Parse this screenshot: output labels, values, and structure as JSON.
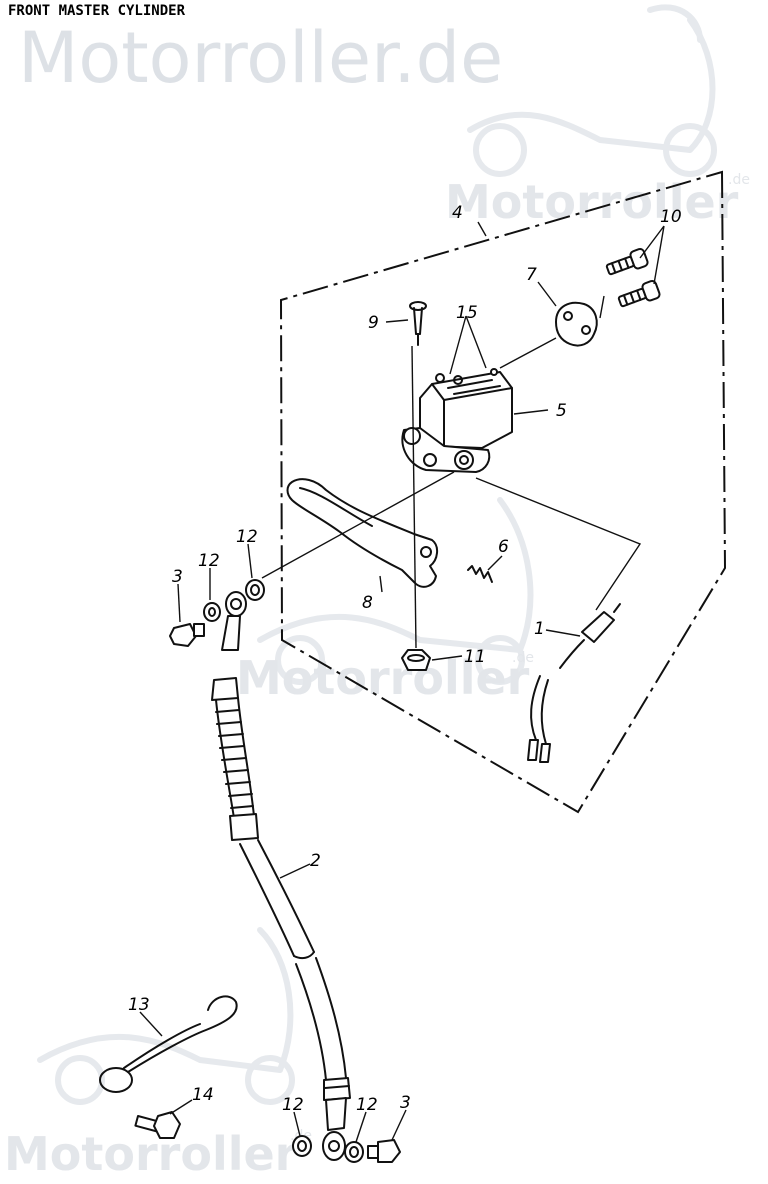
{
  "title": "FRONT MASTER CYLINDER",
  "watermark": {
    "main": "Motorroller.de",
    "repeat": "Motorroller",
    "suffix": ".de"
  },
  "callouts": {
    "c1": "1",
    "c2": "2",
    "c3a": "3",
    "c3b": "3",
    "c4": "4",
    "c5": "5",
    "c6": "6",
    "c7": "7",
    "c8": "8",
    "c9": "9",
    "c10": "10",
    "c11": "11",
    "c12a": "12",
    "c12b": "12",
    "c12c": "12",
    "c12d": "12",
    "c13": "13",
    "c14": "14",
    "c15": "15"
  }
}
